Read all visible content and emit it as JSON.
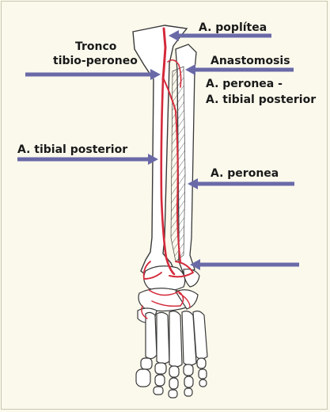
{
  "labels": {
    "poplitea": "A. poplítea",
    "tronco_1": "Tronco",
    "tronco_2": "tibio-peroneo",
    "anastomosis_1": "Anastomosis",
    "anastomosis_2": "A. peronea -",
    "anastomosis_3": "A. tibial posterior",
    "tibial_posterior": "A. tibial posterior",
    "peronea": "A. peronea"
  },
  "colors": {
    "background": "#fbf9ec",
    "arrow": "#6a69a8",
    "artery": "#d42a3a",
    "bone_outline": "#3a3a3a"
  }
}
